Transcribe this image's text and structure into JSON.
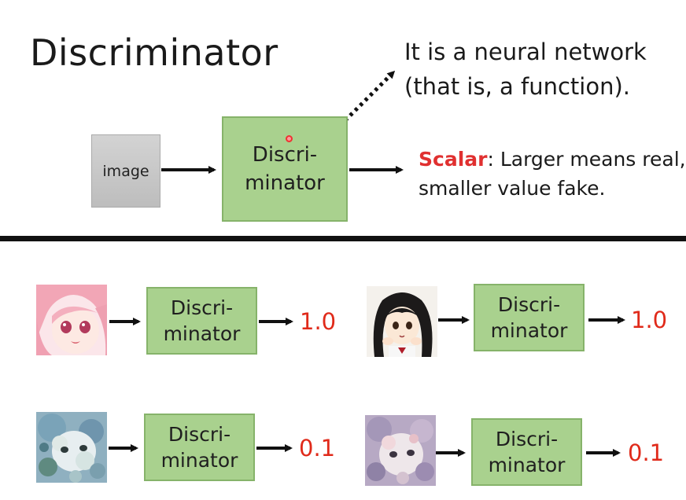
{
  "slide": {
    "title": "Discriminator",
    "note_line1": "It is a neural network",
    "note_line2": "(that is, a function).",
    "input_label": "image",
    "box_line1": "Discri-",
    "box_line2": "minator",
    "scalar_keyword": "Scalar",
    "scalar_rest": ": Larger means real,",
    "scalar_line2": "smaller value fake."
  },
  "examples": [
    {
      "image": "real-anime-pink-hair",
      "box_line1": "Discri-",
      "box_line2": "minator",
      "score": "1.0"
    },
    {
      "image": "real-anime-black-hair",
      "box_line1": "Discri-",
      "box_line2": "minator",
      "score": "1.0"
    },
    {
      "image": "generated-noisy-image",
      "box_line1": "Discri-",
      "box_line2": "minator",
      "score": "0.1"
    },
    {
      "image": "generated-noisy-image",
      "box_line1": "Discri-",
      "box_line2": "minator",
      "score": "0.1"
    }
  ],
  "colors": {
    "box_fill": "#a9d18e",
    "input_fill": "#c8c8c8",
    "score": "#e02a1a",
    "scalar_keyword": "#e03030"
  }
}
